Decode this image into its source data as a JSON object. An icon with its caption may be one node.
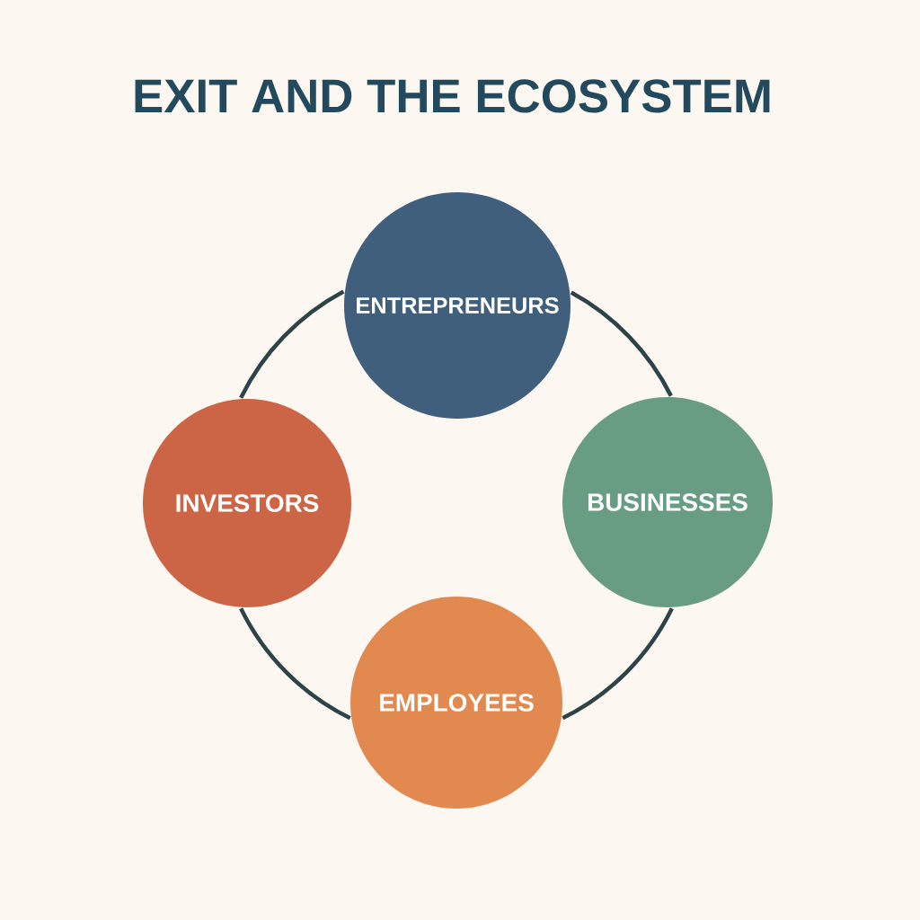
{
  "diagram": {
    "title": "EXIT AND THE ECOSYSTEM",
    "nodes": [
      {
        "text": [
          "ENTREPRENEURS"
        ]
      },
      {
        "text": [
          "INVESTORS"
        ]
      },
      {
        "text": [
          "BUSINESSES"
        ]
      },
      {
        "text": [
          "EMPLOYEES"
        ]
      }
    ],
    "edges": [
      {
        "from": 0,
        "to": 2,
        "arrow": "none"
      },
      {
        "from": 2,
        "to": 3,
        "arrow": "none"
      },
      {
        "from": 3,
        "to": 1,
        "arrow": "none"
      },
      {
        "from": 1,
        "to": 0,
        "arrow": "none"
      }
    ]
  }
}
